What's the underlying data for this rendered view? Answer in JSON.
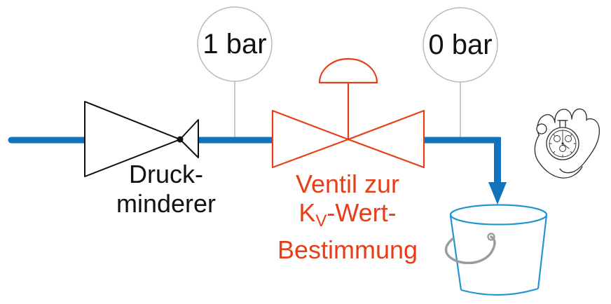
{
  "colors": {
    "pipe_blue": "#1173BC",
    "valve_red": "#E73E17",
    "bucket_blue": "#2095D2",
    "handle_gray": "#9C9C9C",
    "gauge_ring_gray": "#B9B9B9",
    "stem_gray": "#C8C8C8",
    "ink_black": "#111111",
    "sketch_ink": "#2B2B2B"
  },
  "gauges": {
    "inlet": {
      "label": "1 bar"
    },
    "outlet": {
      "label": "0 bar"
    }
  },
  "pressure_reducer": {
    "label": [
      "Druck-",
      "minderer"
    ]
  },
  "test_valve": {
    "line1": "Ventil zur",
    "kv_prefix": "K",
    "kv_sub": "V",
    "kv_suffix": "-Wert-",
    "line3": "Bestimmung"
  },
  "icons": {
    "stopwatch_hand": "hand-holding-stopwatch-icon",
    "bucket": "bucket-icon",
    "pressure_gauge": "pressure-gauge-icon"
  }
}
